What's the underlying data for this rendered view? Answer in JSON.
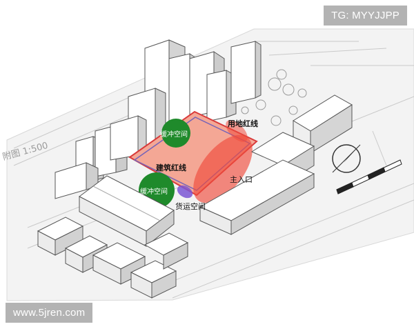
{
  "watermarks": {
    "telegram": "TG: MYYJJPP",
    "site": "www.5jren.com"
  },
  "labels": {
    "land_red_line": "用地红线",
    "building_red_line": "建筑红线",
    "main_entrance": "主入口",
    "freight_space": "货运空间",
    "buffer_upper": "缓冲空间",
    "buffer_lower": "缓冲空间",
    "scale_text": "附图 1:500"
  },
  "colors": {
    "site_fill": "#f4a795",
    "red_line": "#d93a3a",
    "building_line": "#7563b8",
    "entrance_blob": "#ef4b3c",
    "buffer_green": "#1f8a2b",
    "freight_purple": "#7a56d4",
    "building_face_light": "#ffffff",
    "building_face_dark": "#cfcfcf",
    "ground": "#f3f3f3"
  },
  "icons": {
    "north": "north-arrow-icon",
    "scale": "scale-bar-icon"
  }
}
